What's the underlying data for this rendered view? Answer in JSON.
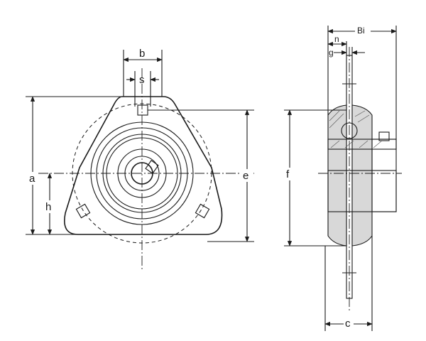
{
  "drawing": {
    "front_view": {
      "dimension_labels": {
        "b": "b",
        "s": "s",
        "a": "a",
        "h": "h",
        "e": "e"
      }
    },
    "side_view": {
      "dimension_labels": {
        "Bi": "Bi",
        "n": "n",
        "g": "g",
        "f": "f",
        "c": "c"
      }
    }
  }
}
